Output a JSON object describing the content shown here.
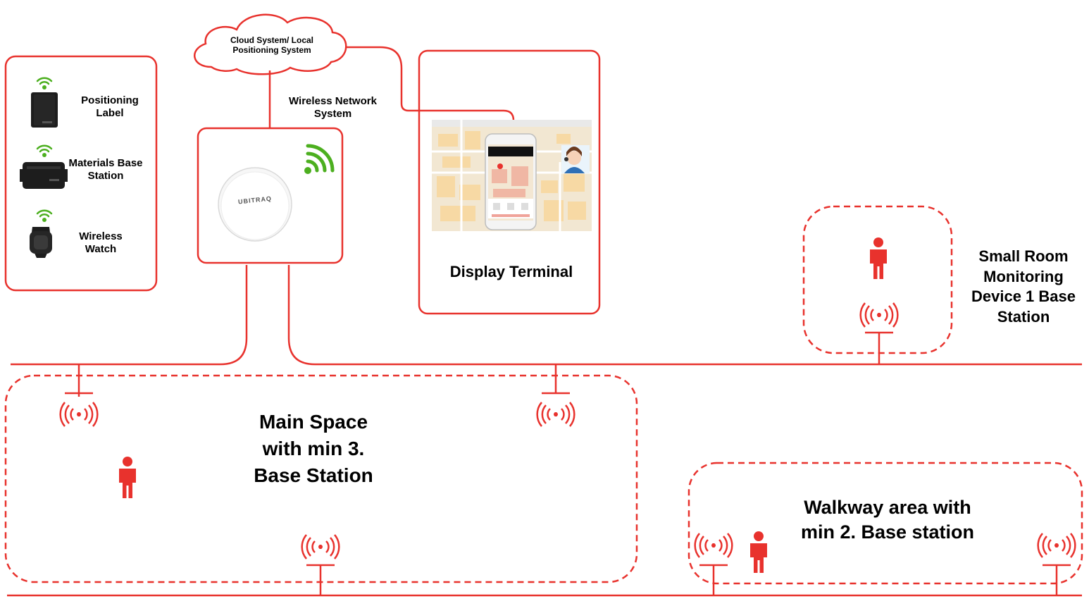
{
  "colors": {
    "line": "#e8322d",
    "wifi": "#4caf1f",
    "device_dark": "#1d1d1d",
    "map_bg": "#f2e7d2"
  },
  "cloud": {
    "label": "Cloud System/ Local Positioning System"
  },
  "network": {
    "label": "Wireless Network System"
  },
  "base_station": {
    "brand": "UBITRAQ"
  },
  "legend": {
    "items": [
      {
        "label": "Positioning Label",
        "icon": "id-card-tag-icon"
      },
      {
        "label": "Materials Base Station",
        "icon": "base-station-box-icon"
      },
      {
        "label": "Wireless Watch",
        "icon": "wristband-icon"
      }
    ]
  },
  "display": {
    "label": "Display Terminal"
  },
  "small_room": {
    "label": "Small Room Monitoring Device 1 Base Station"
  },
  "main_space": {
    "label": "Main Space with min 3. Base Station"
  },
  "walkway": {
    "label": "Walkway area with min 2. Base station"
  }
}
